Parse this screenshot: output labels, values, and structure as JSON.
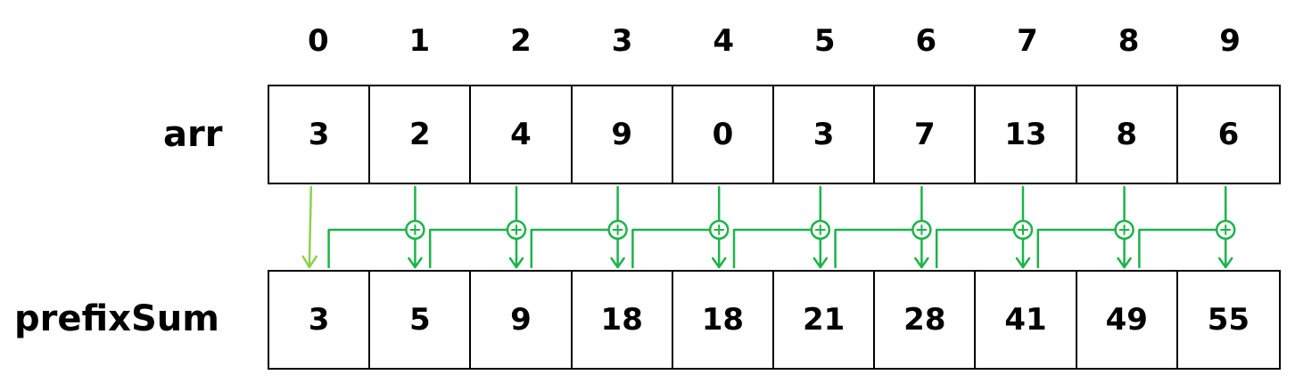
{
  "indices": [
    "0",
    "1",
    "2",
    "3",
    "4",
    "5",
    "6",
    "7",
    "8",
    "9"
  ],
  "labels": {
    "arr": "arr",
    "prefix": "prefixSum"
  },
  "arr": [
    "3",
    "2",
    "4",
    "9",
    "0",
    "3",
    "7",
    "13",
    "8",
    "6"
  ],
  "prefixSum": [
    "3",
    "5",
    "9",
    "18",
    "18",
    "21",
    "28",
    "41",
    "49",
    "55"
  ],
  "colors": {
    "arrow": "#1db34a",
    "first_arrow": "#8fd14f",
    "border": "#000000"
  }
}
